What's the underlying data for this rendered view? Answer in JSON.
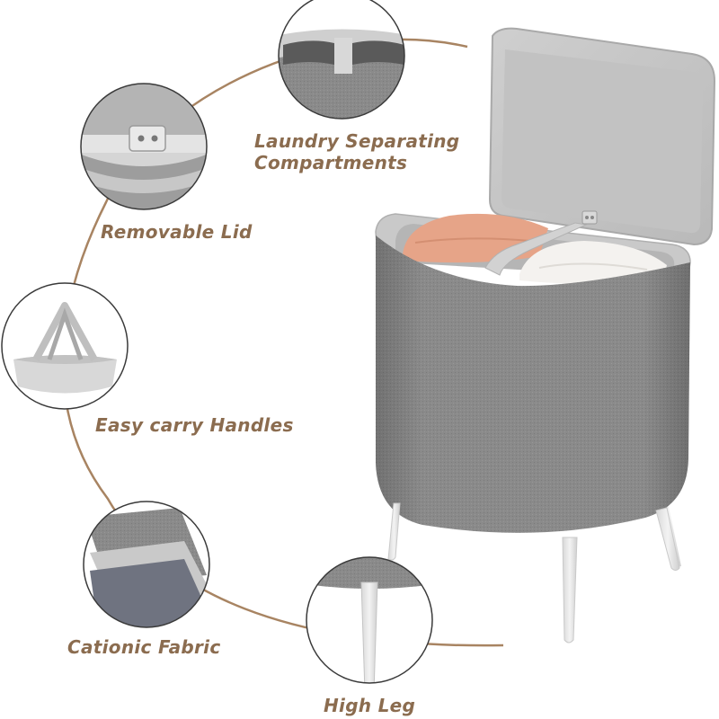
{
  "colors": {
    "label_text": "#8b6c4f",
    "connector_arc": "#a88462",
    "fabric_gray": "#8a8a8a",
    "plastic_light_gray": "#c8c8c8",
    "leg_white": "#e9e9e9",
    "towel_peach": "#e6a488",
    "towel_white": "#f4f2ef"
  },
  "features": [
    {
      "id": "compartments",
      "line1": "Laundry Separating",
      "line2": "Compartments",
      "icon": "divider-compartments-icon"
    },
    {
      "id": "lid",
      "label": "Removable Lid",
      "icon": "lid-hinge-icon"
    },
    {
      "id": "handles",
      "label": "Easy carry Handles",
      "icon": "carry-handle-icon"
    },
    {
      "id": "fabric",
      "label": "Cationic Fabric",
      "icon": "fabric-layers-icon"
    },
    {
      "id": "leg",
      "label": "High Leg",
      "icon": "leg-icon"
    }
  ]
}
